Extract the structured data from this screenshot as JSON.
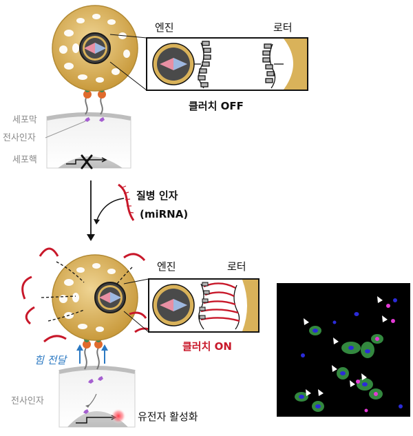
{
  "top": {
    "engine_label": "엔진",
    "rotor_label": "로터",
    "clutch_state": "클러치 OFF",
    "cell_membrane": "세포막",
    "transcription_factor": "전사인자",
    "nucleus": "세포핵"
  },
  "middle": {
    "factor_title": "질병 인자",
    "factor_sub": "(miRNA)"
  },
  "bottom": {
    "engine_label": "엔진",
    "rotor_label": "로터",
    "clutch_state": "클러치 ON",
    "force_transfer": "힘 전달",
    "transcription_factor": "전사인자",
    "gene_activation": "유전자 활성화"
  },
  "colors": {
    "gold": "#d9b25a",
    "red": "#c8182a",
    "blue": "#2a78c2"
  }
}
